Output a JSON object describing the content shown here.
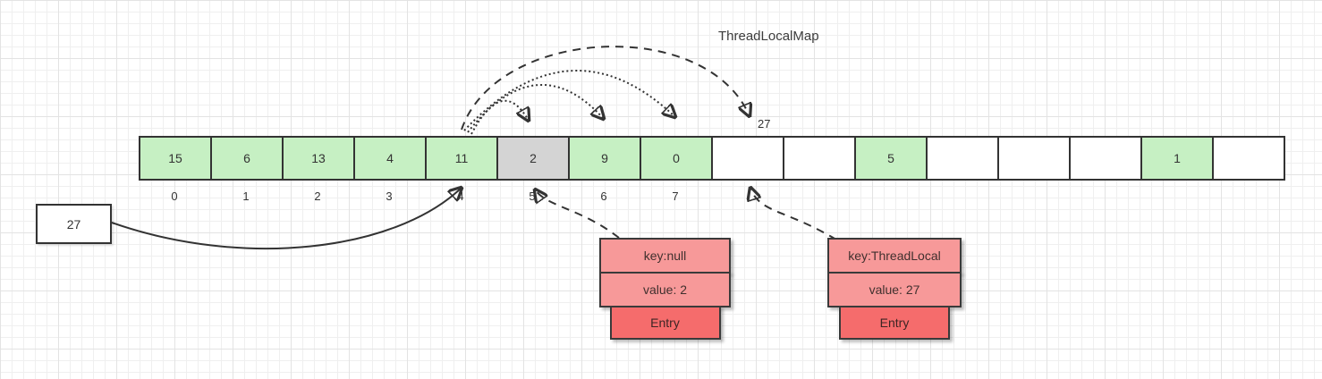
{
  "title": "ThreadLocalMap",
  "colors": {
    "line": "#333333",
    "cell_green": "#c6f0c3",
    "cell_gray": "#d4d4d4",
    "cell_white": "#ffffff",
    "entry_pink": "#f79999",
    "entry_red": "#f56c6c"
  },
  "hash_box": {
    "value": "27"
  },
  "probe_label": "27",
  "array": {
    "cells": [
      {
        "value": "15",
        "state": "green"
      },
      {
        "value": "6",
        "state": "green"
      },
      {
        "value": "13",
        "state": "green"
      },
      {
        "value": "4",
        "state": "green"
      },
      {
        "value": "11",
        "state": "green"
      },
      {
        "value": "2",
        "state": "gray"
      },
      {
        "value": "9",
        "state": "green"
      },
      {
        "value": "0",
        "state": "green"
      },
      {
        "value": "",
        "state": "white"
      },
      {
        "value": "",
        "state": "white"
      },
      {
        "value": "5",
        "state": "green"
      },
      {
        "value": "",
        "state": "white"
      },
      {
        "value": "",
        "state": "white"
      },
      {
        "value": "",
        "state": "white"
      },
      {
        "value": "1",
        "state": "green"
      },
      {
        "value": "",
        "state": "white"
      }
    ],
    "index_labels": [
      "0",
      "1",
      "2",
      "3",
      "4",
      "5",
      "6",
      "7"
    ]
  },
  "entries": [
    {
      "key": "key:null",
      "value": "value: 2",
      "label": "Entry"
    },
    {
      "key": "key:ThreadLocal",
      "value": "value: 27",
      "label": "Entry"
    }
  ]
}
